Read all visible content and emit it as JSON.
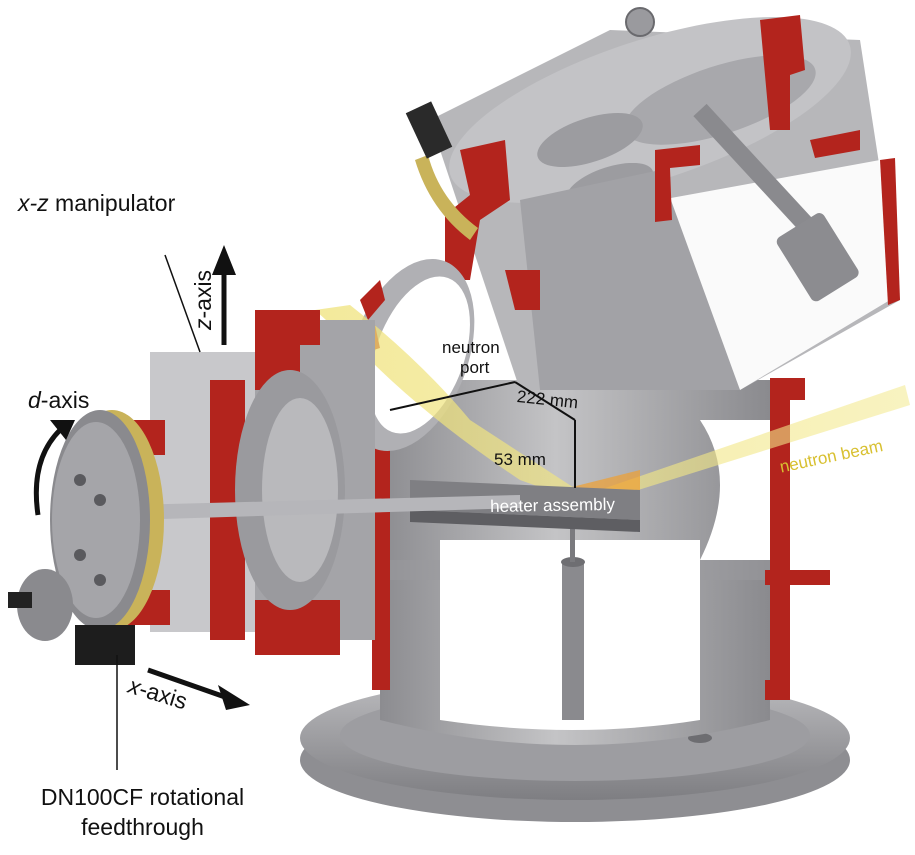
{
  "labels": {
    "xz_manipulator": {
      "italic": "x-z",
      "rest": " manipulator"
    },
    "z_axis": {
      "italic": "z",
      "rest": "-axis"
    },
    "d_axis": {
      "italic": "d",
      "rest": "-axis"
    },
    "x_axis": {
      "italic": "x",
      "rest": "-axis"
    },
    "feedthrough_line1": "DN100CF rotational",
    "feedthrough_line2": "feedthrough",
    "neutron_port_line1": "neutron",
    "neutron_port_line2": "port",
    "distance_222": "222 mm",
    "distance_53": "53 mm",
    "neutron_beam": "neutron beam",
    "heater_assembly": "heater assembly"
  },
  "colors": {
    "metal": "#a9a9ab",
    "metal_dark": "#7c7c80",
    "metal_light": "#d2d2d4",
    "cut_red": "#b3241d",
    "beam_yellow": "#ecdc6a",
    "gear_gold": "#c9b35a"
  }
}
